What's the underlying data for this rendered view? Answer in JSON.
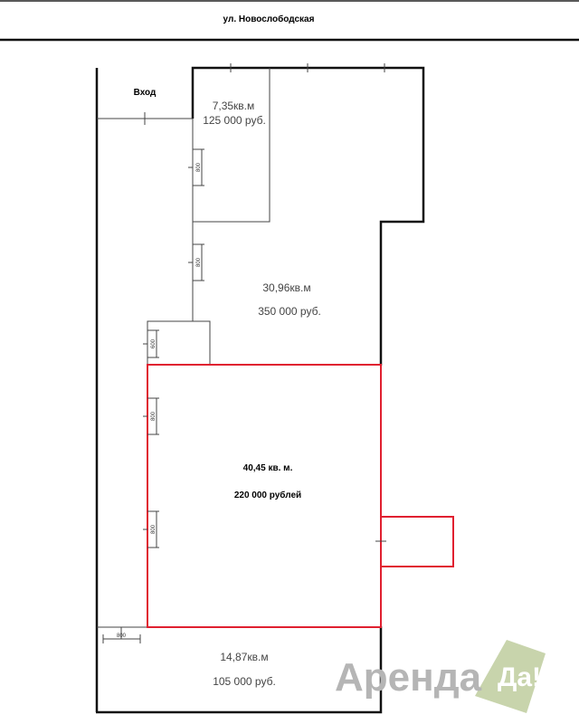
{
  "street": "ул. Новослободская",
  "entrance": "Вход",
  "rooms": [
    {
      "area": "7,35кв.м",
      "price": "125  000  руб."
    },
    {
      "area": "30,96кв.м",
      "price": "350  000  руб."
    },
    {
      "area": "40,45 кв. м.",
      "price": "220 000 рублей",
      "highlighted": true
    },
    {
      "area": "14,87кв.м",
      "price": "105  000  руб."
    }
  ],
  "dimensions": {
    "door": "800",
    "small_door": "600"
  },
  "logo": {
    "text": "Аренда",
    "badge": "Да!"
  },
  "colors": {
    "highlight": "#e02030",
    "logo_gray": "#b5b5b5",
    "logo_green": "#c8d4ac"
  }
}
